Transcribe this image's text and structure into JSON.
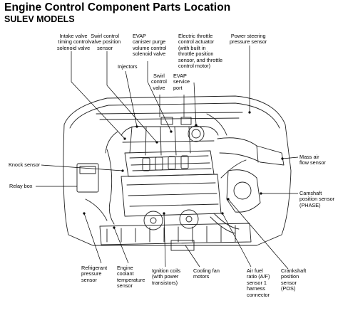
{
  "header": {
    "title": "Engine Control Component Parts Location",
    "subtitle": "SULEV MODELS"
  },
  "labels": {
    "intake_valve_timing": "Intake valve\ntiming control\nsolenoid valve",
    "swirl_position_sensor": "Swirl control\nvalve position\nsensor",
    "evap_purge_valve": "EVAP\ncanister purge\nvolume control\nsolenoid valve",
    "injectors": "Injectors",
    "swirl_control_valve": "Swirl\ncontrol\nvalve",
    "evap_service_port": "EVAP\nservice\nport",
    "throttle_actuator": "Electric throttle\ncontrol actuator\n(with built in\nthrottle position\nsensor, and throttle\ncontrol motor)",
    "power_steering_sensor": "Power steering\npressure sensor",
    "knock_sensor": "Knock sensor",
    "relay_box": "Relay box",
    "mass_air_flow": "Mass air\nflow sensor",
    "camshaft_sensor": "Camshaft\nposition sensor\n(PHASE)",
    "refrigerant_sensor": "Refrigerant\npressure\nsensor",
    "coolant_temp_sensor": "Engine\ncoolant\ntemperature\nsensor",
    "ignition_coils": "Ignition coils\n(with power\ntransistors)",
    "cooling_fan": "Cooling fan\nmotors",
    "af_sensor": "Air fuel\nratio (A/F)\nsensor 1\nharness\nconnector",
    "crankshaft_sensor": "Crankshaft\nposition\nsensor\n(POS)"
  }
}
